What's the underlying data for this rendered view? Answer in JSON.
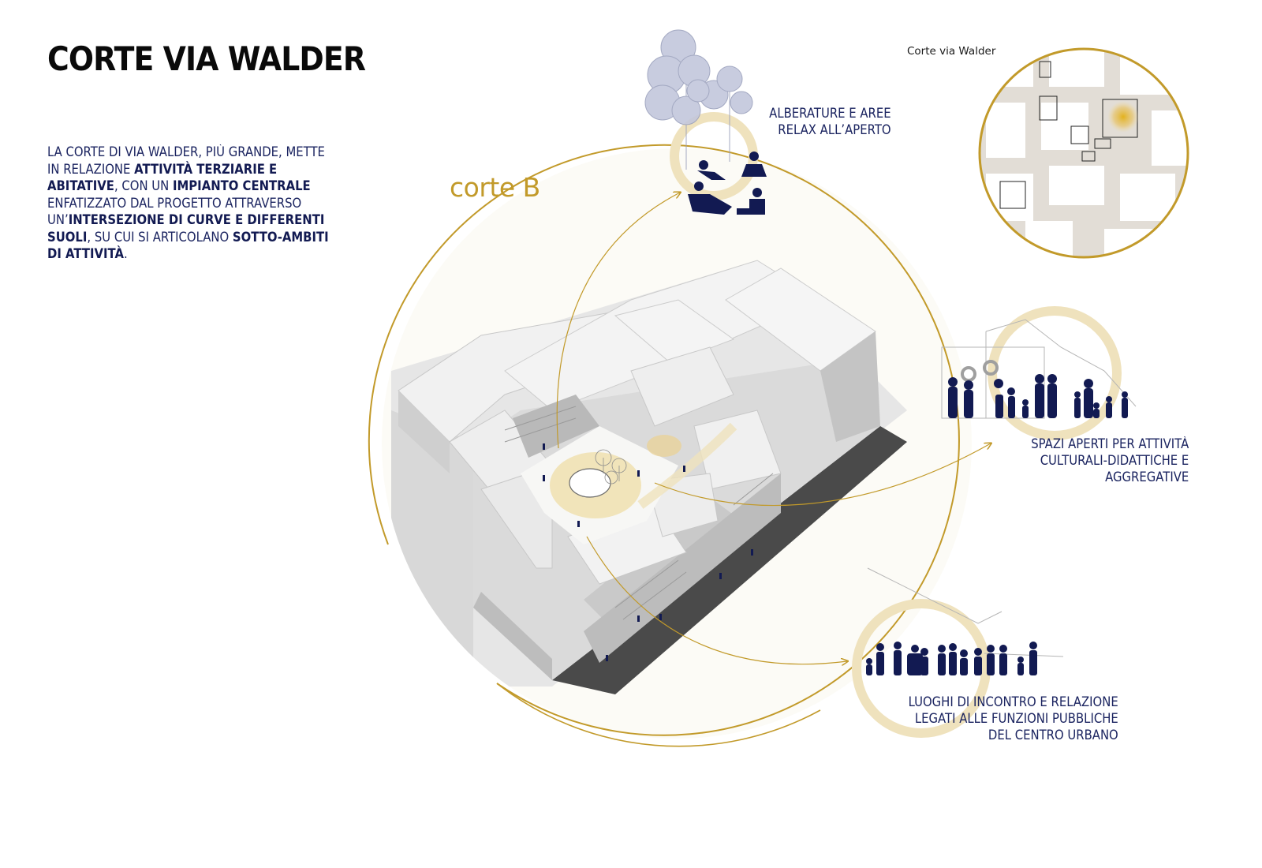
{
  "title": "CORTE VIA WALDER",
  "intro": {
    "p1": "La corte di via Walder, più grande, mette in relazione ",
    "b1": "attività terziarie e abitative",
    "p2": ", con un ",
    "b2": "impianto centrale",
    "p3": " enfatizzato dal progetto attraverso un’",
    "b3": "intersezione di curve e differenti suoli",
    "p4": ", su cui si articolano ",
    "b4": "sotto-ambiti di attività",
    "p5": "."
  },
  "diagram": {
    "court_label": "corte B",
    "location_label": "Corte via Walder",
    "labels": {
      "trees": [
        "ALBERATURE E AREE",
        "RELAX ALL’APERTO"
      ],
      "culture": [
        "SPAZI APERTI PER ATTIVITÀ",
        "CULTURALI-DIDATTICHE E",
        "AGGREGATIVE"
      ],
      "meeting": [
        "LUOGHI DI INCONTRO E RELAZIONE",
        "LEGATI ALLE FUNZIONI PUBBLICHE",
        "DEL CENTRO URBANO"
      ]
    },
    "icons": [
      "tree-icon",
      "person-silhouette-icon",
      "gear-icon",
      "arrow-icon",
      "location-marker-icon"
    ],
    "colors": {
      "gold": "#c29a2a",
      "pale_gold": "#efe2bd",
      "navy": "#121a52",
      "building": "#e4e4e4",
      "street": "#4a4a4a"
    }
  }
}
